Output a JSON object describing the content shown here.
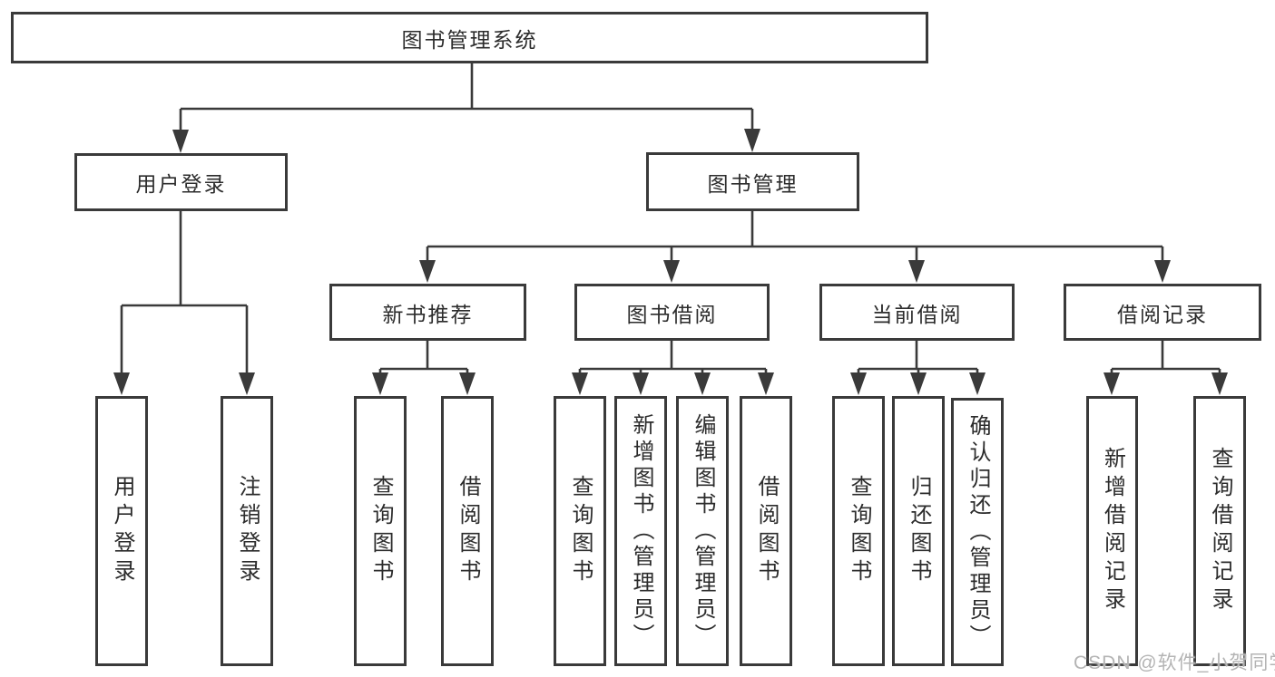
{
  "title": "图书管理系统",
  "watermark": "CSDN @软件_小贺同学",
  "colors": {
    "line": "#3a3a3a",
    "text": "#2c2c2c",
    "box_background": "#ffffff",
    "page_background": "#ffffff",
    "watermark": "#b4b4b4"
  },
  "nodes": {
    "root": "图书管理系统",
    "user_login": "用户登录",
    "book_management": "图书管理",
    "new_book_recommend": "新书推荐",
    "book_borrow": "图书借阅",
    "current_borrow": "当前借阅",
    "borrow_record": "借阅记录",
    "leaf_user_login": "用户登录",
    "leaf_logout": "注销登录",
    "leaf_nbr_query_book": "查询图书",
    "leaf_nbr_borrow_book": "借阅图书",
    "leaf_bb_query_book": "查询图书",
    "leaf_bb_add_book": "新增图书（管理员）",
    "leaf_bb_edit_book": "编辑图书（管理员）",
    "leaf_bb_borrow_book": "借阅图书",
    "leaf_cb_query_book": "查询图书",
    "leaf_cb_return_book": "归还图书",
    "leaf_cb_confirm_return": "确认归还（管理员）",
    "leaf_br_add_record": "新增借阅记录",
    "leaf_br_query_record": "查询借阅记录"
  },
  "hierarchy": {
    "图书管理系统": {
      "用户登录": [
        "用户登录",
        "注销登录"
      ],
      "图书管理": {
        "新书推荐": [
          "查询图书",
          "借阅图书"
        ],
        "图书借阅": [
          "查询图书",
          "新增图书（管理员）",
          "编辑图书（管理员）",
          "借阅图书"
        ],
        "当前借阅": [
          "查询图书",
          "归还图书",
          "确认归还（管理员）"
        ],
        "借阅记录": [
          "新增借阅记录",
          "查询借阅记录"
        ]
      }
    }
  }
}
